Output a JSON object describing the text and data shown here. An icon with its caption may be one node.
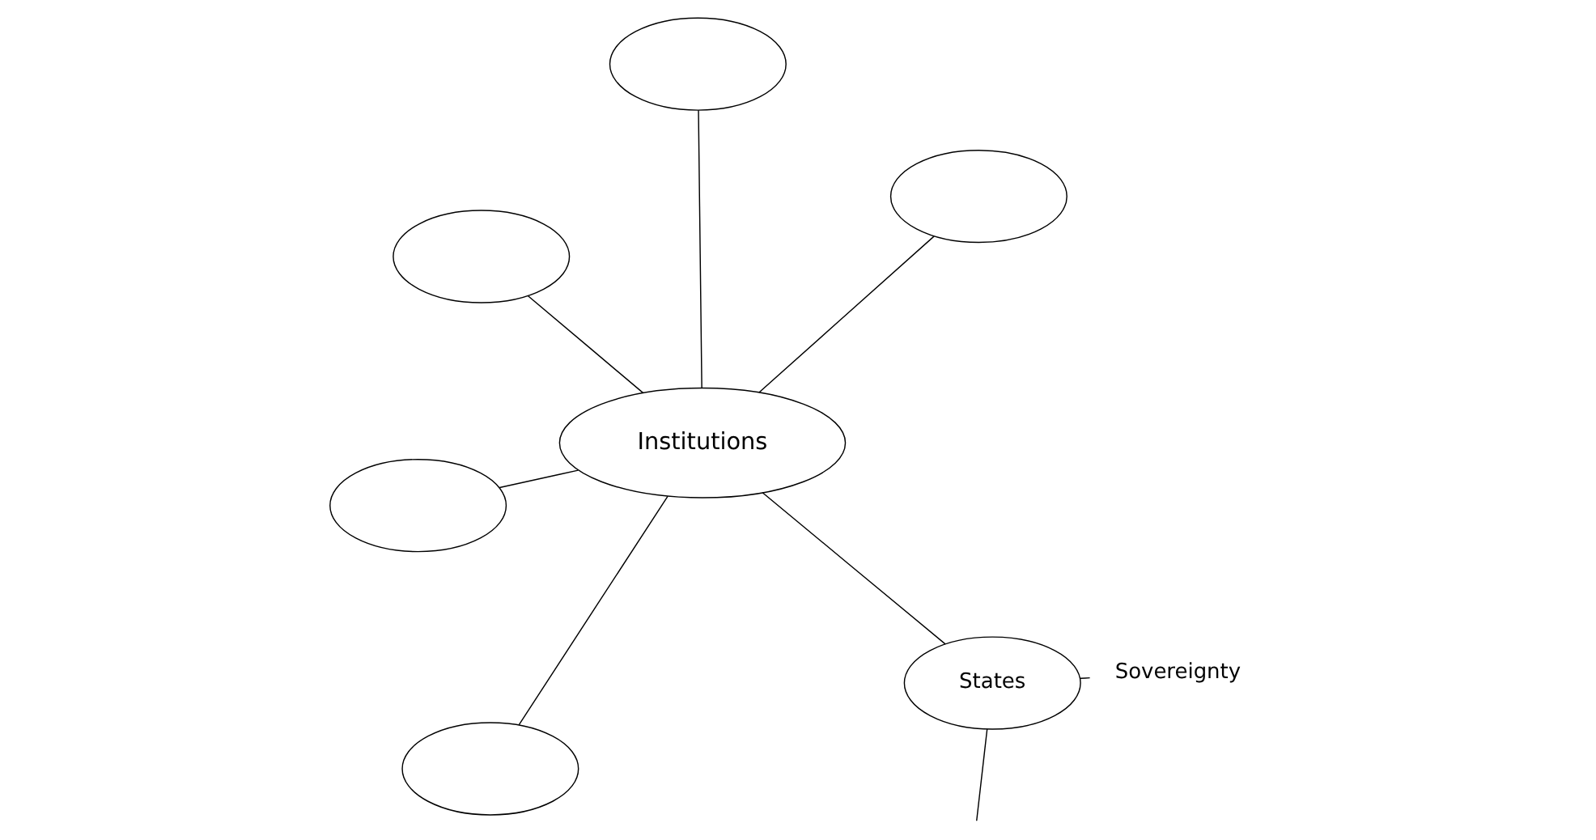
{
  "diagram": {
    "nodes": [
      {
        "text": [],
        "shape": "ellipse"
      },
      {
        "text": [],
        "shape": "ellipse"
      },
      {
        "text": [],
        "shape": "ellipse"
      },
      {
        "text": [
          "Institutions"
        ]
      },
      {
        "text": [],
        "shape": "ellipse"
      },
      {
        "text": [
          "States"
        ]
      },
      {
        "text": [],
        "shape": "ellipse"
      },
      {
        "text": [
          "Sovereignty"
        ]
      }
    ],
    "edges": [
      {
        "from": 3,
        "to": 0,
        "arrow": "none"
      },
      {
        "from": 3,
        "to": 1,
        "arrow": "none"
      },
      {
        "from": 3,
        "to": 2,
        "arrow": "none"
      },
      {
        "from": 3,
        "to": 4,
        "arrow": "none"
      },
      {
        "from": 3,
        "to": 5,
        "arrow": "none"
      },
      {
        "from": 3,
        "to": 6,
        "arrow": "none"
      },
      {
        "from": 5,
        "to": null,
        "arrow": "none"
      },
      {
        "from": 5,
        "to": 7,
        "arrow": "none"
      }
    ]
  }
}
